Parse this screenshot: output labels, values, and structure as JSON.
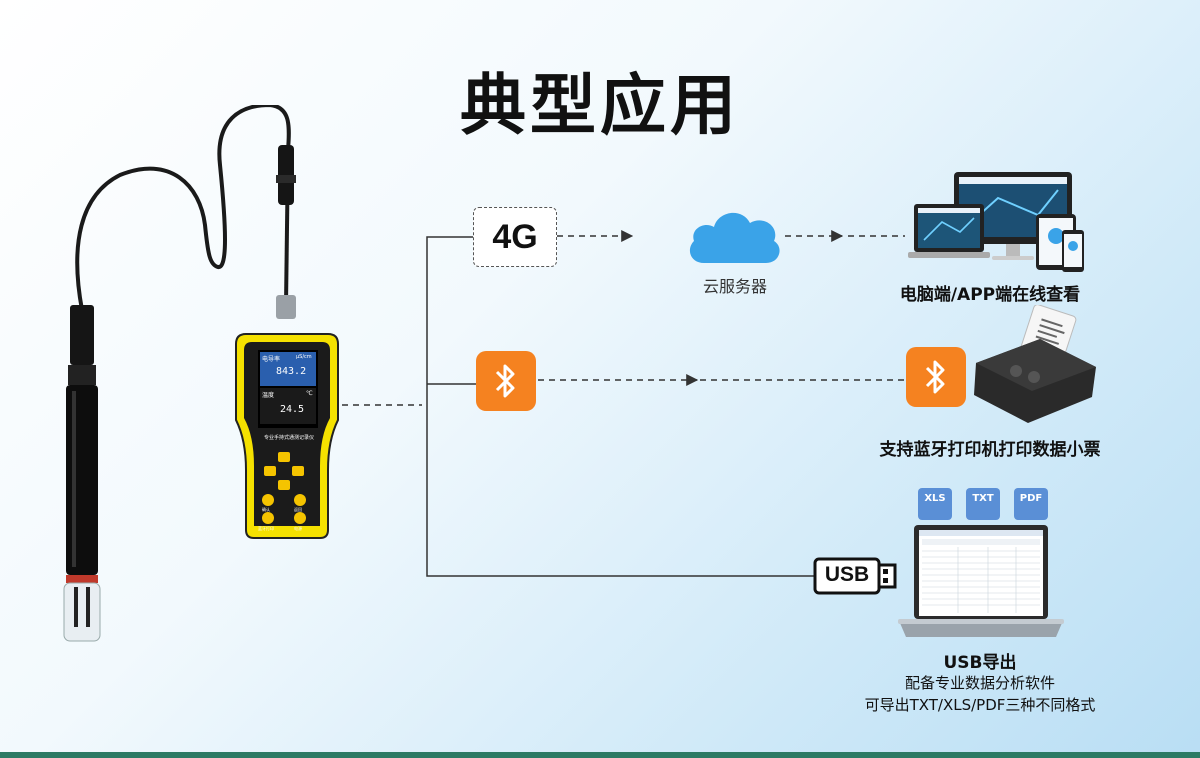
{
  "title": "典型应用",
  "channels": {
    "fourg": {
      "tag": "4G",
      "cloud_label": "云服务器",
      "dest_label": "电脑端/APP端在线查看"
    },
    "bluetooth": {
      "dest_label": "支持蓝牙打印机打印数据小票"
    },
    "usb": {
      "plug_text": "USB",
      "title": "USB导出",
      "line1": "配备专业数据分析软件",
      "line2": "可导出TXT/XLS/PDF三种不同格式"
    }
  },
  "file_formats": [
    "XLS",
    "TXT",
    "PDF"
  ],
  "device": {
    "reading1_label": "电导率",
    "reading1_value": "843.2",
    "reading1_unit": "μS/cm",
    "reading2_label": "温度",
    "reading2_value": "24.5",
    "reading2_unit": "℃",
    "brand_text": "专业手持式通测记录仪",
    "buttons": {
      "ok": "确认",
      "back": "返回",
      "print": "蓝牙打印",
      "power": "电源"
    }
  },
  "colors": {
    "accent": "#f58220",
    "cloud": "#3aa3e8",
    "device_yellow": "#f5e100",
    "line": "#333333"
  }
}
